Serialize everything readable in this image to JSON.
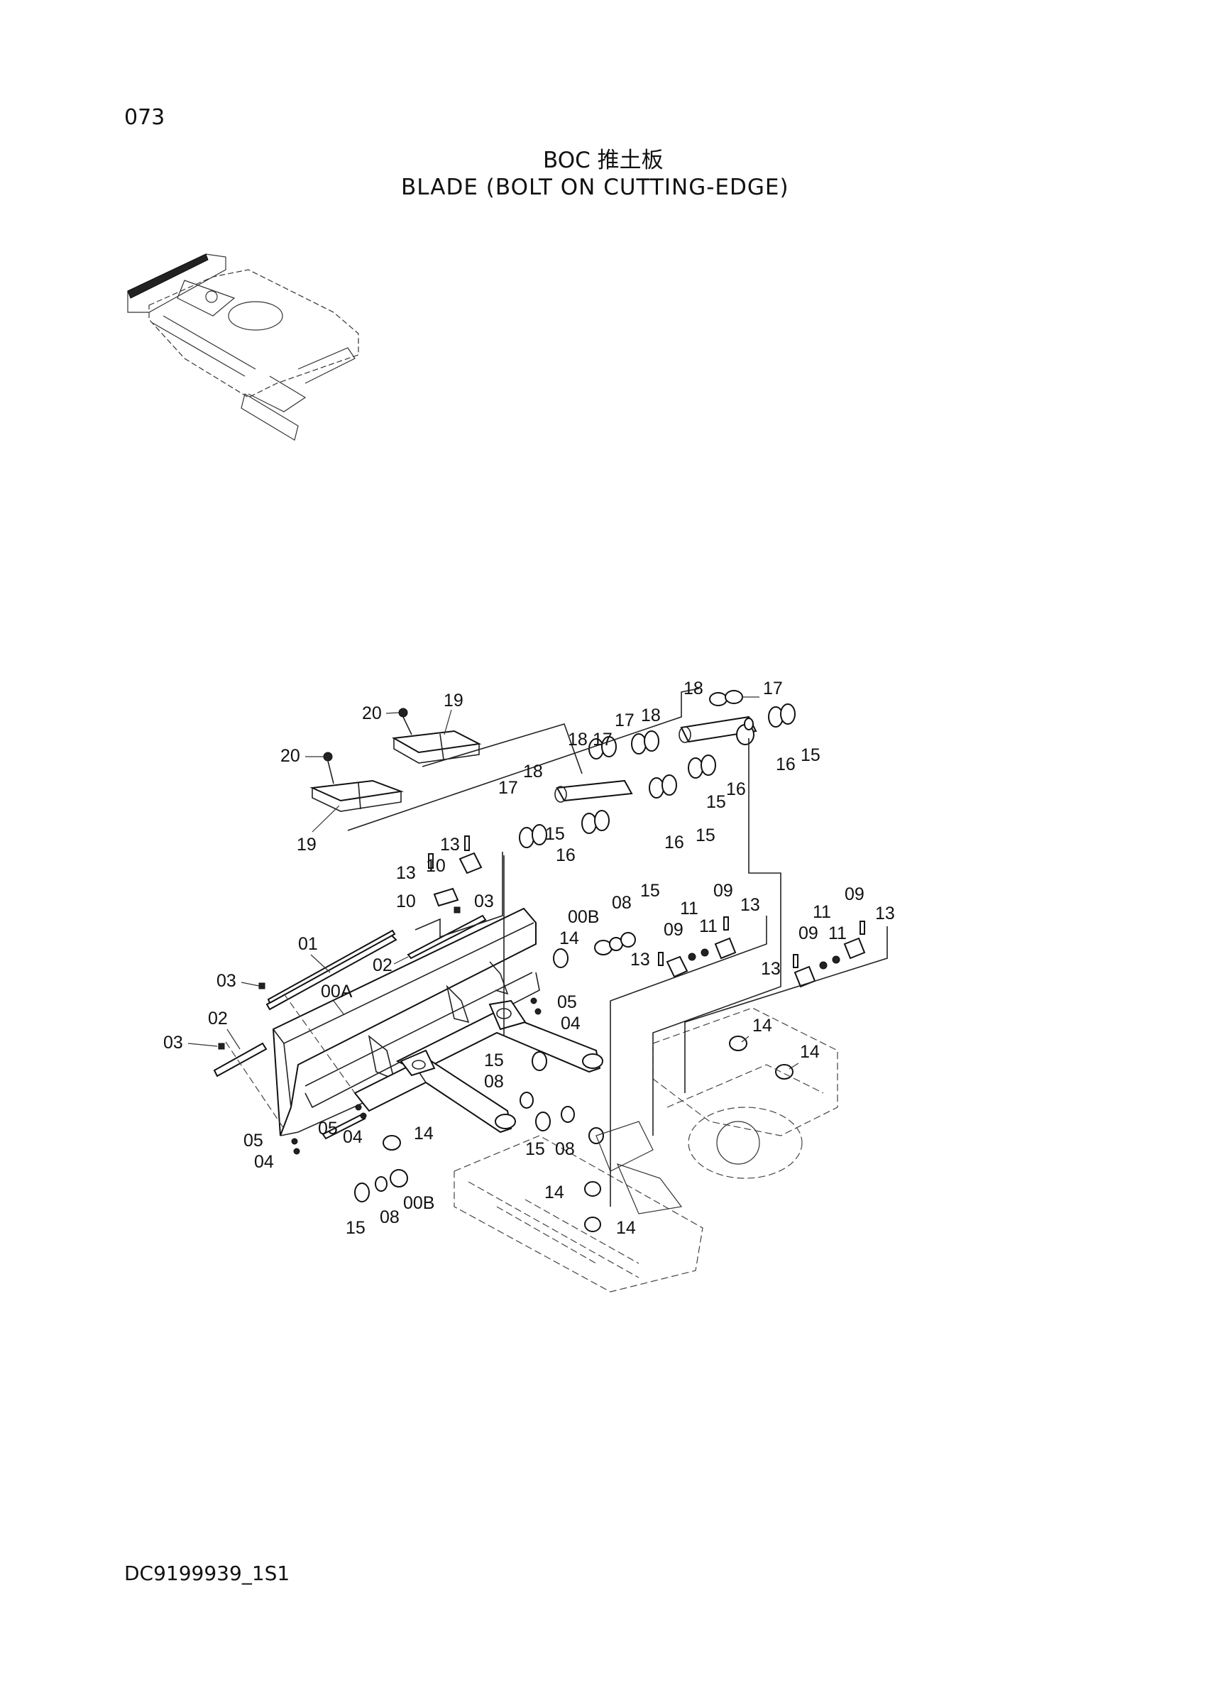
{
  "page": {
    "number": "073",
    "title_cn": "BOC 推土板",
    "title_en": "BLADE (BOLT ON CUTTING-EDGE)",
    "drawing_code": "DC9199939_1S1"
  },
  "callouts": [
    {
      "id": "c20a",
      "text": "20"
    },
    {
      "id": "c19a",
      "text": "19"
    },
    {
      "id": "c20b",
      "text": "20"
    },
    {
      "id": "c19b",
      "text": "19"
    },
    {
      "id": "c18a",
      "text": "18"
    },
    {
      "id": "c17a",
      "text": "17"
    },
    {
      "id": "c17b",
      "text": "17"
    },
    {
      "id": "c18b",
      "text": "18"
    },
    {
      "id": "c18c",
      "text": "18"
    },
    {
      "id": "c17c",
      "text": "17"
    },
    {
      "id": "c17d",
      "text": "17"
    },
    {
      "id": "c18d",
      "text": "18"
    },
    {
      "id": "c16a",
      "text": "16"
    },
    {
      "id": "c15a",
      "text": "15"
    },
    {
      "id": "c16b",
      "text": "16"
    },
    {
      "id": "c15b",
      "text": "15"
    },
    {
      "id": "c15c",
      "text": "15"
    },
    {
      "id": "c16c",
      "text": "16"
    },
    {
      "id": "c16d",
      "text": "16"
    },
    {
      "id": "c15d",
      "text": "15"
    },
    {
      "id": "c13a",
      "text": "13"
    },
    {
      "id": "c10a",
      "text": "10"
    },
    {
      "id": "c13b",
      "text": "13"
    },
    {
      "id": "c10b",
      "text": "10"
    },
    {
      "id": "c03a",
      "text": "03"
    },
    {
      "id": "c00B1",
      "text": "00B"
    },
    {
      "id": "c08a",
      "text": "08"
    },
    {
      "id": "c15e",
      "text": "15"
    },
    {
      "id": "c09a",
      "text": "09"
    },
    {
      "id": "c13c",
      "text": "13"
    },
    {
      "id": "c11a",
      "text": "11"
    },
    {
      "id": "c09b",
      "text": "09"
    },
    {
      "id": "c11b",
      "text": "11"
    },
    {
      "id": "c13d",
      "text": "13"
    },
    {
      "id": "c09c",
      "text": "09"
    },
    {
      "id": "c13e",
      "text": "13"
    },
    {
      "id": "c11c",
      "text": "11"
    },
    {
      "id": "c09d",
      "text": "09"
    },
    {
      "id": "c11d",
      "text": "11"
    },
    {
      "id": "c13f",
      "text": "13"
    },
    {
      "id": "c01",
      "text": "01"
    },
    {
      "id": "c02a",
      "text": "02"
    },
    {
      "id": "c14a",
      "text": "14"
    },
    {
      "id": "c03b",
      "text": "03"
    },
    {
      "id": "c00A",
      "text": "00A"
    },
    {
      "id": "c05a",
      "text": "05"
    },
    {
      "id": "c04a",
      "text": "04"
    },
    {
      "id": "c02b",
      "text": "02"
    },
    {
      "id": "c03c",
      "text": "03"
    },
    {
      "id": "c14b",
      "text": "14"
    },
    {
      "id": "c14c",
      "text": "14"
    },
    {
      "id": "c15f",
      "text": "15"
    },
    {
      "id": "c08b",
      "text": "08"
    },
    {
      "id": "c05b",
      "text": "05"
    },
    {
      "id": "c04b",
      "text": "04"
    },
    {
      "id": "c14d",
      "text": "14"
    },
    {
      "id": "c05c",
      "text": "05"
    },
    {
      "id": "c04c",
      "text": "04"
    },
    {
      "id": "c15g",
      "text": "15"
    },
    {
      "id": "c08c",
      "text": "08"
    },
    {
      "id": "c14e",
      "text": "14"
    },
    {
      "id": "c14f",
      "text": "14"
    },
    {
      "id": "c15h",
      "text": "15"
    },
    {
      "id": "c08d",
      "text": "08"
    },
    {
      "id": "c00B2",
      "text": "00B"
    }
  ]
}
